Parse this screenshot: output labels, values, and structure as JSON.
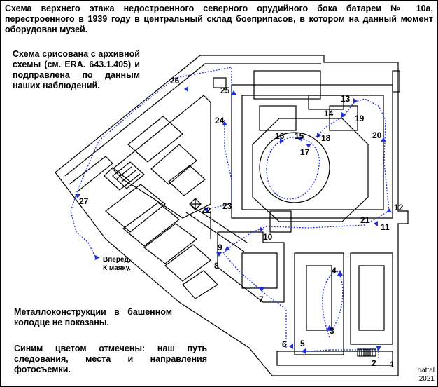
{
  "header": {
    "title": "Схема верхнего этажа недостроенного северного орудийного бока батареи № 10а, перестроенного в 1939 году в центральный склад боеприпасов, в котором на данный момент оборудован музей."
  },
  "notes": {
    "source_note": "Схема срисована с архивной схемы (см. ERA. 643.1.405) и подправлена по данным наших наблюдений.",
    "metal_note": "Металлоконструкции в башенном колодце не показаны.",
    "legend_note": "Синим цветом отмечены: наш путь следования, места и направления фотосъемки."
  },
  "direction_label": {
    "line1": "Вперед.",
    "line2": "К маяку."
  },
  "signature": {
    "author": "battal",
    "year": "2021"
  },
  "route_points": [
    "1",
    "2",
    "3",
    "4",
    "5",
    "6",
    "7",
    "8",
    "9",
    "10",
    "11",
    "12",
    "13",
    "14",
    "15",
    "16",
    "17",
    "18",
    "19",
    "20",
    "21",
    "22",
    "23",
    "24",
    "25",
    "26",
    "27"
  ],
  "colors": {
    "route": "#1f2fd6",
    "walls": "#000000",
    "background": "#ffffff"
  }
}
